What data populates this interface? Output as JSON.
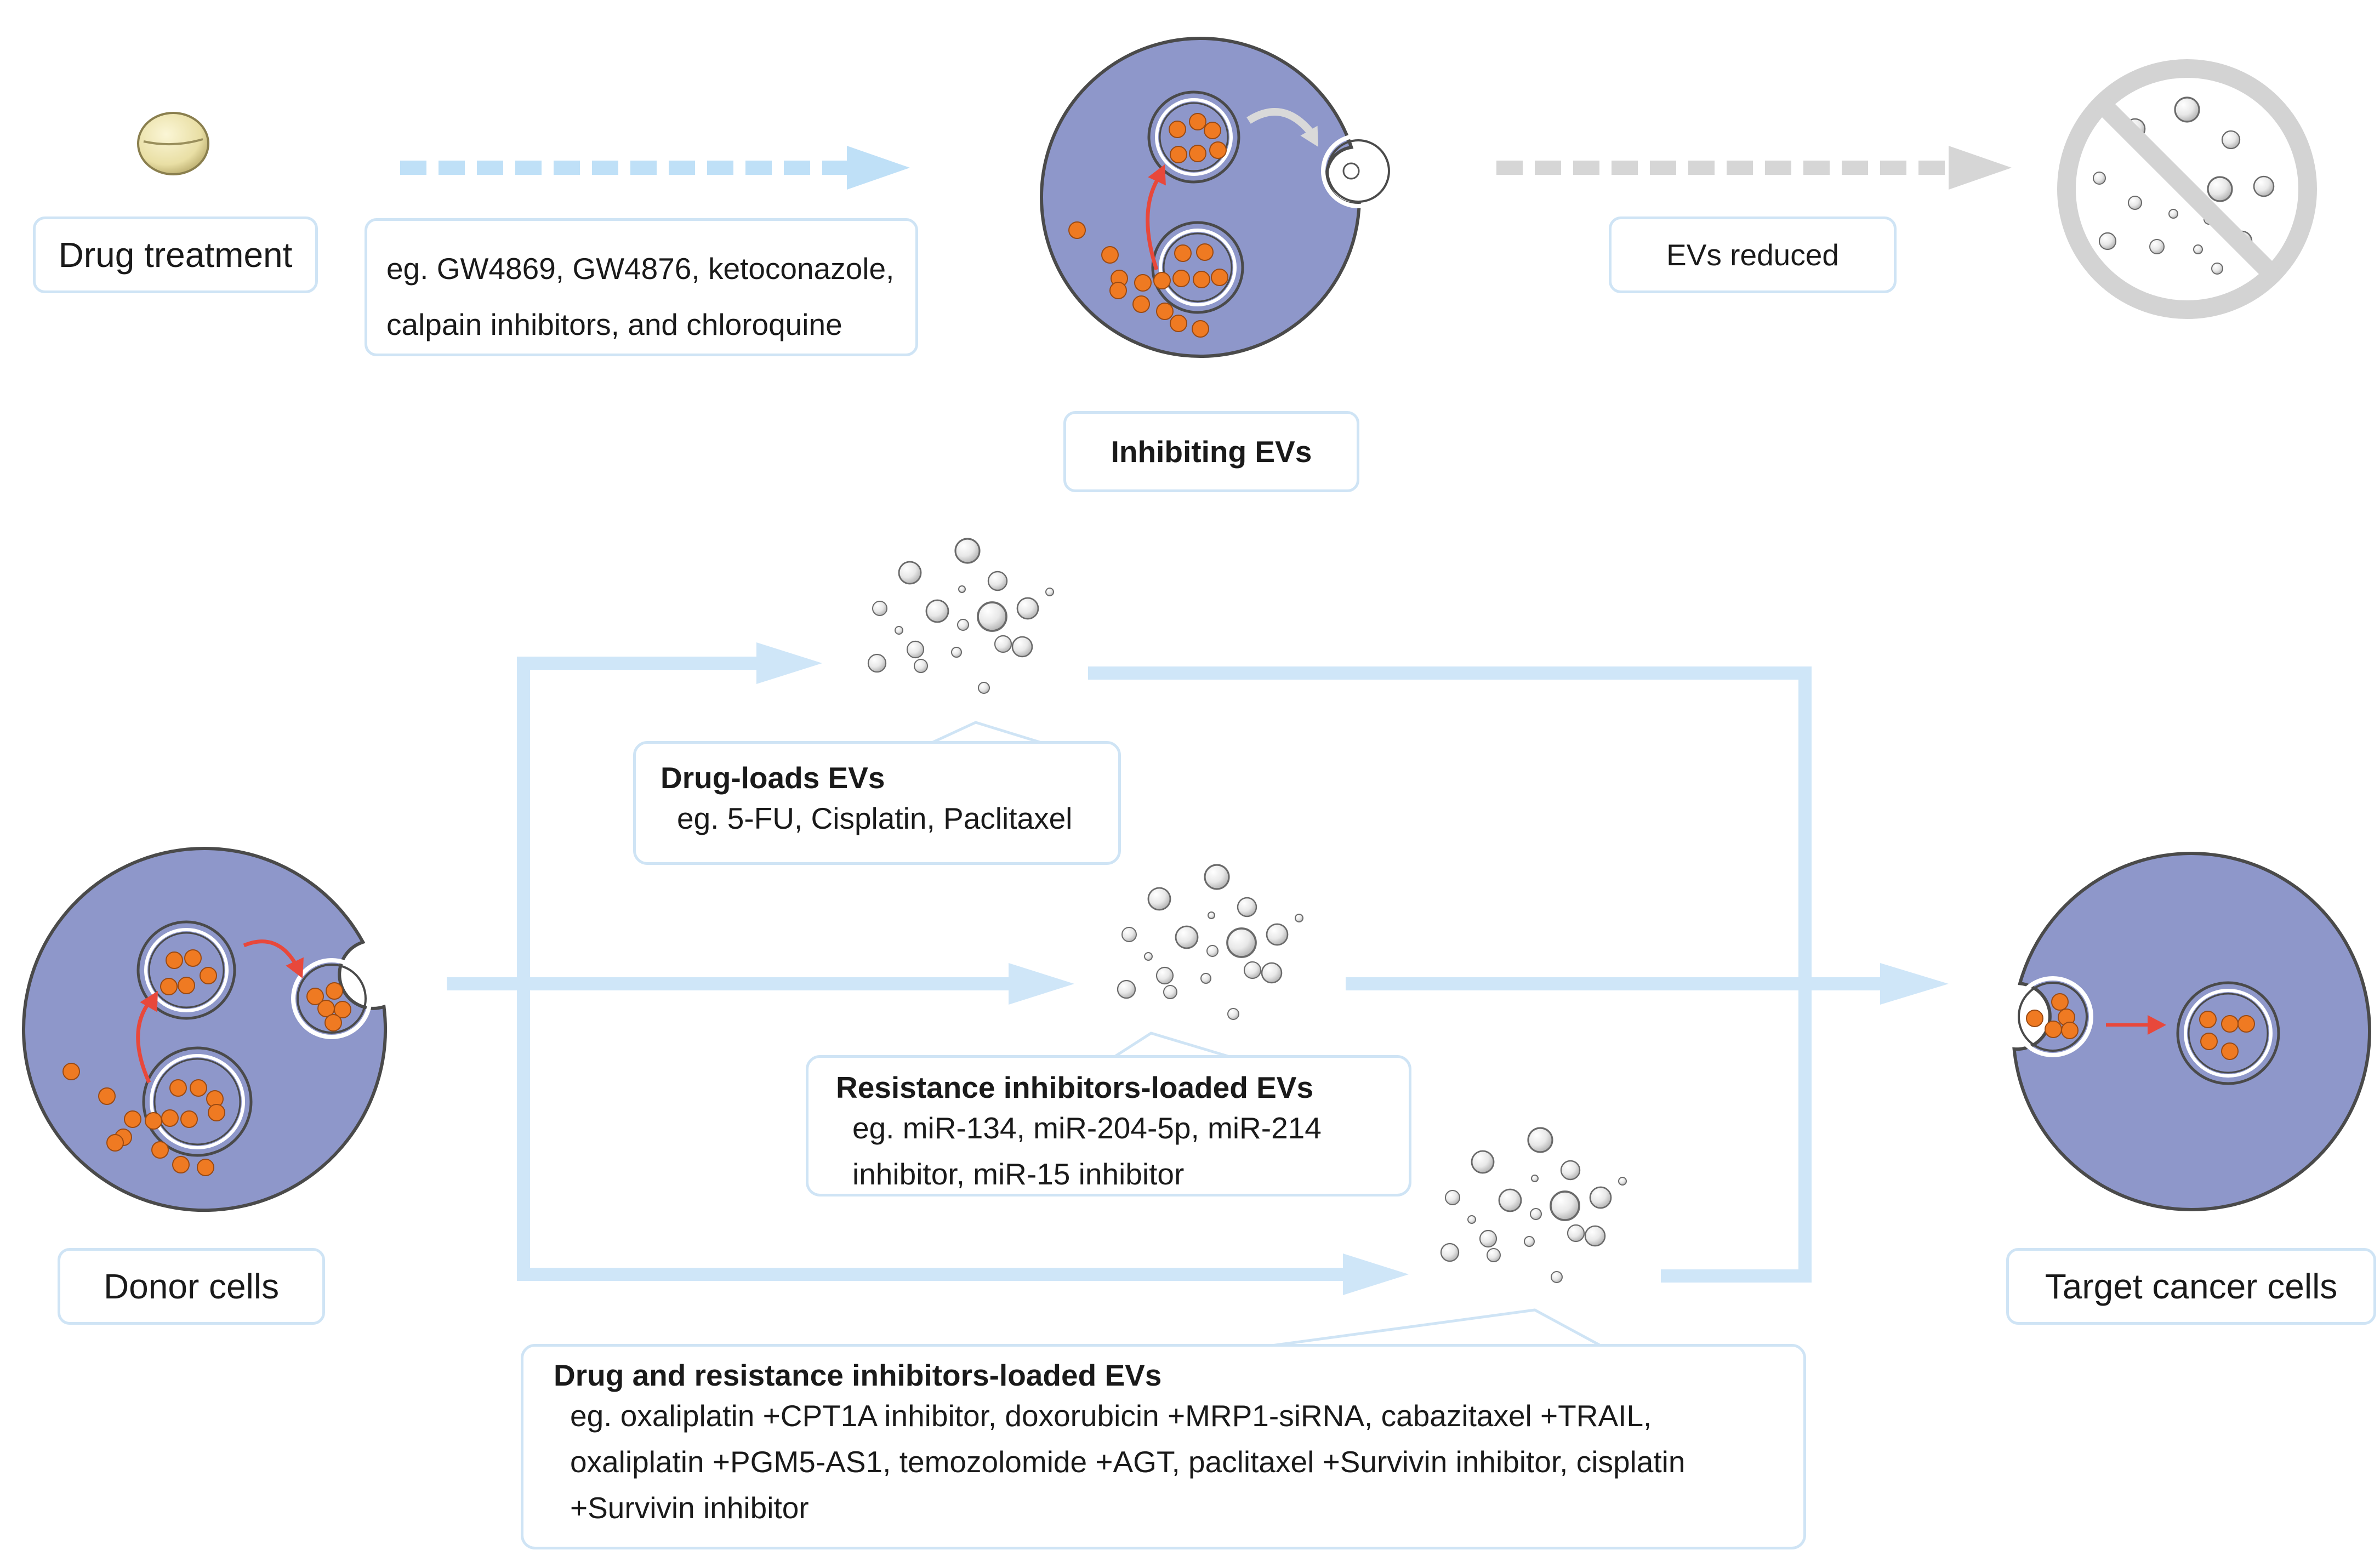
{
  "colors": {
    "cell_fill": "#8e97ca",
    "cell_stroke": "#4a4a4a",
    "cargo": "#ef7a22",
    "red_arrow": "#e8483b",
    "flow_arrow": "#cfe6f8",
    "dashed_blue": "#bfe0f7",
    "dashed_gray": "#d6d6d6",
    "label_border": "#cfe4f5",
    "no_sign": "#d3d3d3"
  },
  "icons": {
    "pill": "pill-icon",
    "no_sign": "prohibition-icon",
    "vesicle": "ev-bubble-icon"
  },
  "top_row": {
    "drug_treatment": "Drug treatment",
    "examples_line1": "eg. GW4869, GW4876, ketoconazole,",
    "examples_line2": "calpain inhibitors, and chloroquine",
    "inhibiting_evs": "Inhibiting EVs",
    "evs_reduced": "EVs reduced"
  },
  "bottom_row": {
    "donor_cells": "Donor cells",
    "target_cells": "Target cancer cells",
    "drug_loaded": {
      "title": "Drug-loads EVs",
      "line1": "eg. 5-FU, Cisplatin, Paclitaxel"
    },
    "resistance_loaded": {
      "title": "Resistance inhibitors-loaded EVs",
      "line1": "eg. miR-134, miR-204-5p, miR-214",
      "line2": "inhibitor, miR-15 inhibitor"
    },
    "combined_loaded": {
      "title": "Drug and resistance inhibitors-loaded EVs",
      "line1": "eg. oxaliplatin +CPT1A inhibitor, doxorubicin +MRP1-siRNA, cabazitaxel +TRAIL,",
      "line2": "oxaliplatin +PGM5-AS1, temozolomide +AGT, paclitaxel +Survivin inhibitor, cisplatin",
      "line3": "+Survivin inhibitor"
    }
  }
}
